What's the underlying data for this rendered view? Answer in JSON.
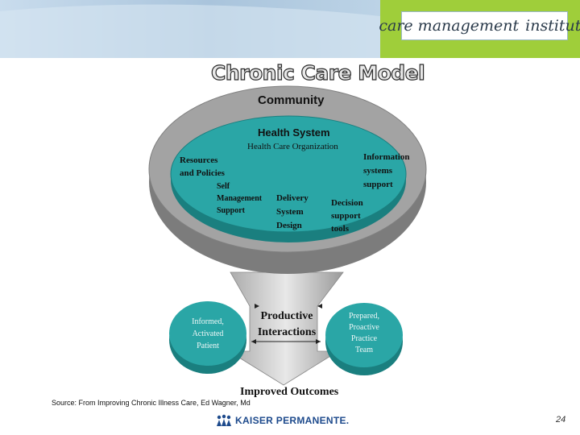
{
  "header": {
    "logo_left": "care management",
    "logo_right": "institute",
    "colors": {
      "blue": "#bcd3e6",
      "green": "#9fce3a"
    }
  },
  "title": "Chronic Care Model",
  "community": {
    "label": "Community"
  },
  "health_system": {
    "label": "Health System",
    "organization": "Health Care Organization",
    "resources": [
      "Resources",
      "and Policies"
    ],
    "self_management": [
      "Self",
      "Management",
      "Support"
    ],
    "delivery": [
      "Delivery",
      "System",
      "Design"
    ],
    "decision": [
      "Decision",
      "support",
      "tools"
    ],
    "information": [
      "Information",
      "systems",
      "support"
    ],
    "teal_color": "#2aa6a6"
  },
  "interactions": {
    "patient": [
      "Informed,",
      "Activated",
      "Patient"
    ],
    "productive": [
      "Productive",
      "Interactions"
    ],
    "team": [
      "Prepared,",
      "Proactive",
      "Practice",
      "Team"
    ],
    "outcome": "Improved Outcomes"
  },
  "footer": {
    "source": "Source: From Improving Chronic Illness Care, Ed Wagner, Md",
    "brand": "KAISER PERMANENTE.",
    "page_number": "24"
  }
}
